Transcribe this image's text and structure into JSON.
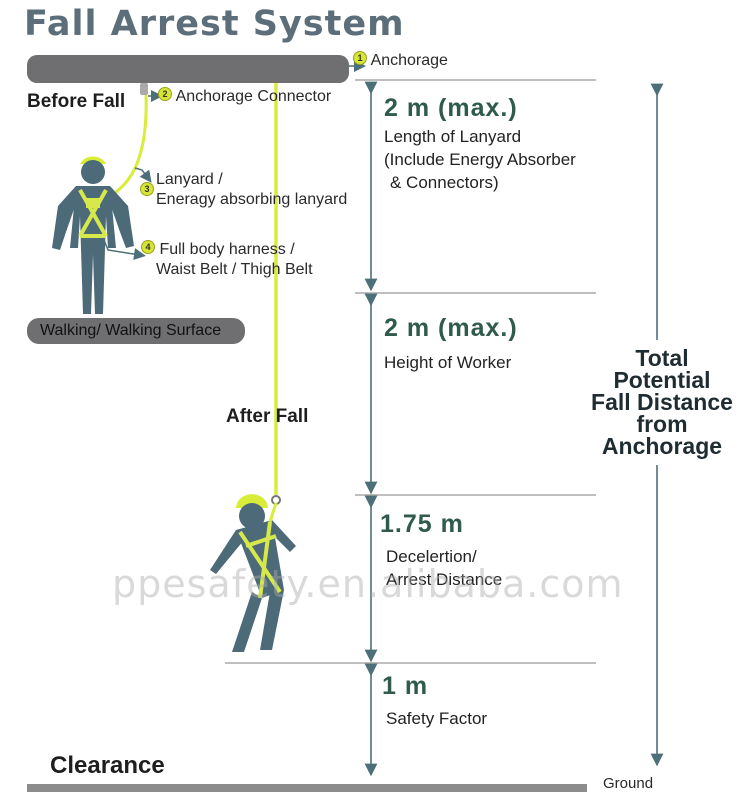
{
  "title": "Fall Arrest System",
  "labels": {
    "anchorage": "Anchorage",
    "anchorage_connector": "Anchorage Connector",
    "lanyard_line1": "Lanyard /",
    "lanyard_line2": "Eneragy absorbing lanyard",
    "harness_line1": "Full body harness /",
    "harness_line2": "Waist Belt / Thigh Belt",
    "before_fall": "Before Fall",
    "after_fall": "After Fall",
    "walking_surface": "Walking/ Walking Surface",
    "clearance": "Clearance",
    "ground": "Ground"
  },
  "badges": [
    "1",
    "2",
    "3",
    "4"
  ],
  "segments": [
    {
      "measure": "2 m (max.)",
      "desc": [
        "Length of Lanyard",
        "(Include Energy Absorber",
        "& Connectors)"
      ]
    },
    {
      "measure": "2 m (max.)",
      "desc": [
        "Height of Worker"
      ]
    },
    {
      "measure": "1.75 m",
      "desc": [
        "Decelertion/",
        "Arrest Distance"
      ]
    },
    {
      "measure": "1 m",
      "desc": [
        "Safety Factor"
      ]
    }
  ],
  "total_label": [
    "Total",
    "Potential",
    "Fall Distance",
    "from",
    "Anchorage"
  ],
  "watermark": "ppesafety.en.alibaba.com",
  "colors": {
    "lanyard": "#d8ec3a",
    "worker": "#4d6a79",
    "harness": "#d6e84a",
    "bar": "#6f6f71",
    "measure_text": "#2f5a4c"
  }
}
